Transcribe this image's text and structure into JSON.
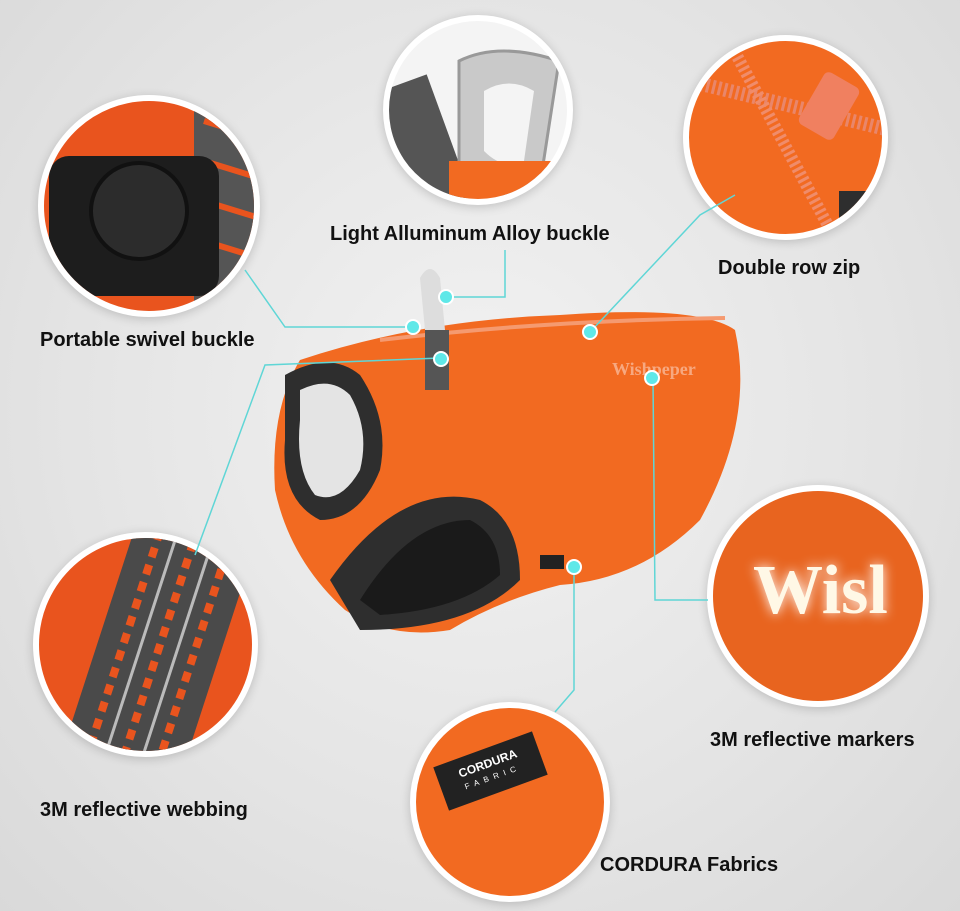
{
  "features": [
    {
      "label": "Portable swivel buckle"
    },
    {
      "label": "Light Alluminum Alloy buckle"
    },
    {
      "label": "Double row zip"
    },
    {
      "label": "3M reflective webbing"
    },
    {
      "label": "CORDURA Fabrics"
    },
    {
      "label": "3M reflective markers"
    }
  ],
  "vest_brand": "Wishpeper",
  "cordura_tag": {
    "brand": "CORDURA",
    "sub": "FABRIC"
  },
  "reflective_text": "Wisl",
  "colors": {
    "orange": "#f26a21",
    "teal": "#5fd6d6",
    "dark": "#2e2e2e"
  }
}
